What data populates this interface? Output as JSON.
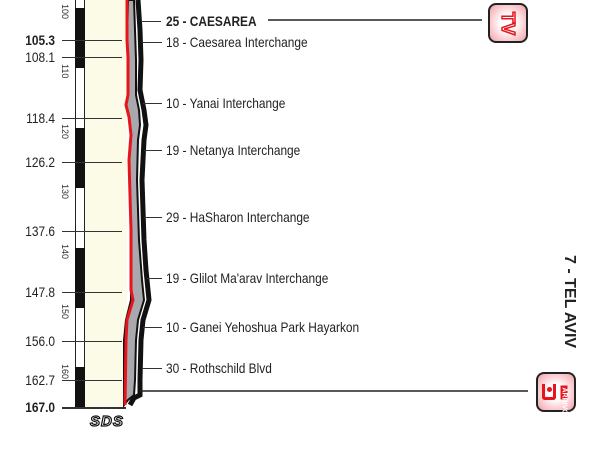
{
  "distances": [
    {
      "km": "105.3",
      "bold": true
    },
    {
      "km": "108.1",
      "bold": false
    },
    {
      "km": "118.4",
      "bold": false
    },
    {
      "km": "126.2",
      "bold": false
    },
    {
      "km": "137.6",
      "bold": false
    },
    {
      "km": "147.8",
      "bold": false
    },
    {
      "km": "156.0",
      "bold": false
    },
    {
      "km": "162.7",
      "bold": false
    },
    {
      "km": "167.0",
      "bold": true
    }
  ],
  "scale_labels": [
    "100",
    "110",
    "120",
    "130",
    "140",
    "150",
    "160"
  ],
  "waypoints": [
    {
      "label": "25 - CAESAREA",
      "bold": true
    },
    {
      "label": "18 - Caesarea Interchange"
    },
    {
      "label": "10 - Yanai Interchange"
    },
    {
      "label": "19 - Netanya Interchange"
    },
    {
      "label": "29 - HaSharon Interchange"
    },
    {
      "label": "19 - Glilot Ma'arav Interchange"
    },
    {
      "label": "10 - Ganei Yehoshua Park Hayarkon"
    },
    {
      "label": "30 - Rothschild Blvd"
    }
  ],
  "finish": {
    "label": "7 - TEL AVIV",
    "badge": "ARRIVO"
  },
  "tv_badge": "TV",
  "logo": "SDS",
  "colors": {
    "route": "#e8141c",
    "cream": "#fcfbe8",
    "band": "#a9a9ad"
  }
}
